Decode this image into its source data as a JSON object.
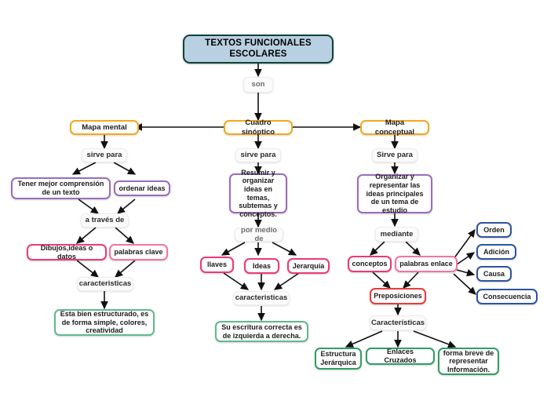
{
  "diagram": {
    "title": "TEXTOS FUNCIONALES ESCOLARES",
    "background_color": "#ffffff",
    "palette": {
      "title_fill": "#b9d0e2",
      "title_border": "#0d4236",
      "orange": "#f5a81c",
      "purple": "#9a6cbe",
      "pink": "#ec3a73",
      "pink_light": "#f2769d",
      "red": "#ee3a3a",
      "green": "#2f9e63",
      "green_light": "#62b98c",
      "blue": "#2e54a1",
      "connector": "#111111"
    }
  },
  "nodes": {
    "title": {
      "label": "TEXTOS FUNCIONALES ESCOLARES",
      "line1": "TEXTOS FUNCIONALES",
      "line2": "ESCOLARES"
    },
    "son": {
      "label": "son"
    },
    "mapa_mental": {
      "label": "Mapa mental"
    },
    "cuadro_sinoptico": {
      "label": "Cuadro sinóptico"
    },
    "mapa_conceptual": {
      "label": "Mapa conceptual"
    },
    "sirve_para_left": {
      "label": "sirve para"
    },
    "sirve_para_center": {
      "label": "sirve para"
    },
    "sirve_para_right": {
      "label": "Sirve para"
    },
    "tener_mejor": {
      "label": "Tener mejor comprensión de un texto"
    },
    "ordenar_ideas": {
      "label": "ordenar ideas"
    },
    "a_traves_de": {
      "label": "a través de"
    },
    "dibujos": {
      "label": "Dibujos,ideas o datos"
    },
    "palabras_clave": {
      "label": "palabras clave"
    },
    "caracteristicas_left": {
      "label": "caracteristicas"
    },
    "esta_bien": {
      "label": "Esta bien estructurado, es de forma simple, colores, creatividad"
    },
    "resumir": {
      "label": "Resumir y organizar ideas en temas, subtemas y conceptos."
    },
    "por_medio_de": {
      "label": "por medio de"
    },
    "llaves": {
      "label": "llaves"
    },
    "ideas": {
      "label": "Ideas"
    },
    "jerarquia": {
      "label": "Jerarquía"
    },
    "caracteristicas_center": {
      "label": "caracteristicas"
    },
    "su_escritura": {
      "label": "Su escritura correcta es de izquierda a derecha."
    },
    "organizar": {
      "label": "Organizar y representar las ideas principales de un tema de estudio"
    },
    "mediante": {
      "label": "mediante"
    },
    "conceptos": {
      "label": "conceptos"
    },
    "palabras_enlace": {
      "label": "palabras enlace"
    },
    "preposiciones": {
      "label": "Preposiciones"
    },
    "caracteristicas_right": {
      "label": "Características"
    },
    "estructura_jerarquica": {
      "label": "Estructura Jerárquica"
    },
    "enlaces_cruzados": {
      "label": "Enlaces Cruzados"
    },
    "forma_breve": {
      "label": "forma breve de representar Información."
    },
    "orden": {
      "label": "Orden"
    },
    "adicion": {
      "label": "Adición"
    },
    "causa": {
      "label": "Causa"
    },
    "consecuencia": {
      "label": "Consecuencia"
    }
  },
  "edges": [
    {
      "from": "title",
      "to": "son"
    },
    {
      "from": "son",
      "to": "cuadro_sinoptico"
    },
    {
      "from": "cuadro_sinoptico",
      "to": "mapa_mental"
    },
    {
      "from": "cuadro_sinoptico",
      "to": "mapa_conceptual"
    },
    {
      "from": "mapa_mental",
      "to": "sirve_para_left"
    },
    {
      "from": "cuadro_sinoptico",
      "to": "sirve_para_center"
    },
    {
      "from": "mapa_conceptual",
      "to": "sirve_para_right"
    },
    {
      "from": "sirve_para_left",
      "to": "tener_mejor"
    },
    {
      "from": "sirve_para_left",
      "to": "ordenar_ideas"
    },
    {
      "from": "tener_mejor",
      "to": "a_traves_de"
    },
    {
      "from": "ordenar_ideas",
      "to": "a_traves_de"
    },
    {
      "from": "a_traves_de",
      "to": "dibujos"
    },
    {
      "from": "a_traves_de",
      "to": "palabras_clave"
    },
    {
      "from": "dibujos",
      "to": "caracteristicas_left"
    },
    {
      "from": "palabras_clave",
      "to": "caracteristicas_left"
    },
    {
      "from": "caracteristicas_left",
      "to": "esta_bien"
    },
    {
      "from": "sirve_para_center",
      "to": "resumir"
    },
    {
      "from": "resumir",
      "to": "por_medio_de"
    },
    {
      "from": "por_medio_de",
      "to": "llaves"
    },
    {
      "from": "por_medio_de",
      "to": "ideas"
    },
    {
      "from": "por_medio_de",
      "to": "jerarquia"
    },
    {
      "from": "llaves",
      "to": "caracteristicas_center"
    },
    {
      "from": "ideas",
      "to": "caracteristicas_center"
    },
    {
      "from": "jerarquia",
      "to": "caracteristicas_center"
    },
    {
      "from": "caracteristicas_center",
      "to": "su_escritura"
    },
    {
      "from": "sirve_para_right",
      "to": "organizar"
    },
    {
      "from": "organizar",
      "to": "mediante"
    },
    {
      "from": "mediante",
      "to": "conceptos"
    },
    {
      "from": "mediante",
      "to": "palabras_enlace"
    },
    {
      "from": "conceptos",
      "to": "preposiciones"
    },
    {
      "from": "palabras_enlace",
      "to": "preposiciones"
    },
    {
      "from": "palabras_enlace",
      "to": "orden"
    },
    {
      "from": "palabras_enlace",
      "to": "adicion"
    },
    {
      "from": "palabras_enlace",
      "to": "causa"
    },
    {
      "from": "palabras_enlace",
      "to": "consecuencia"
    },
    {
      "from": "preposiciones",
      "to": "caracteristicas_right"
    },
    {
      "from": "caracteristicas_right",
      "to": "estructura_jerarquica"
    },
    {
      "from": "caracteristicas_right",
      "to": "enlaces_cruzados"
    },
    {
      "from": "caracteristicas_right",
      "to": "forma_breve"
    }
  ]
}
